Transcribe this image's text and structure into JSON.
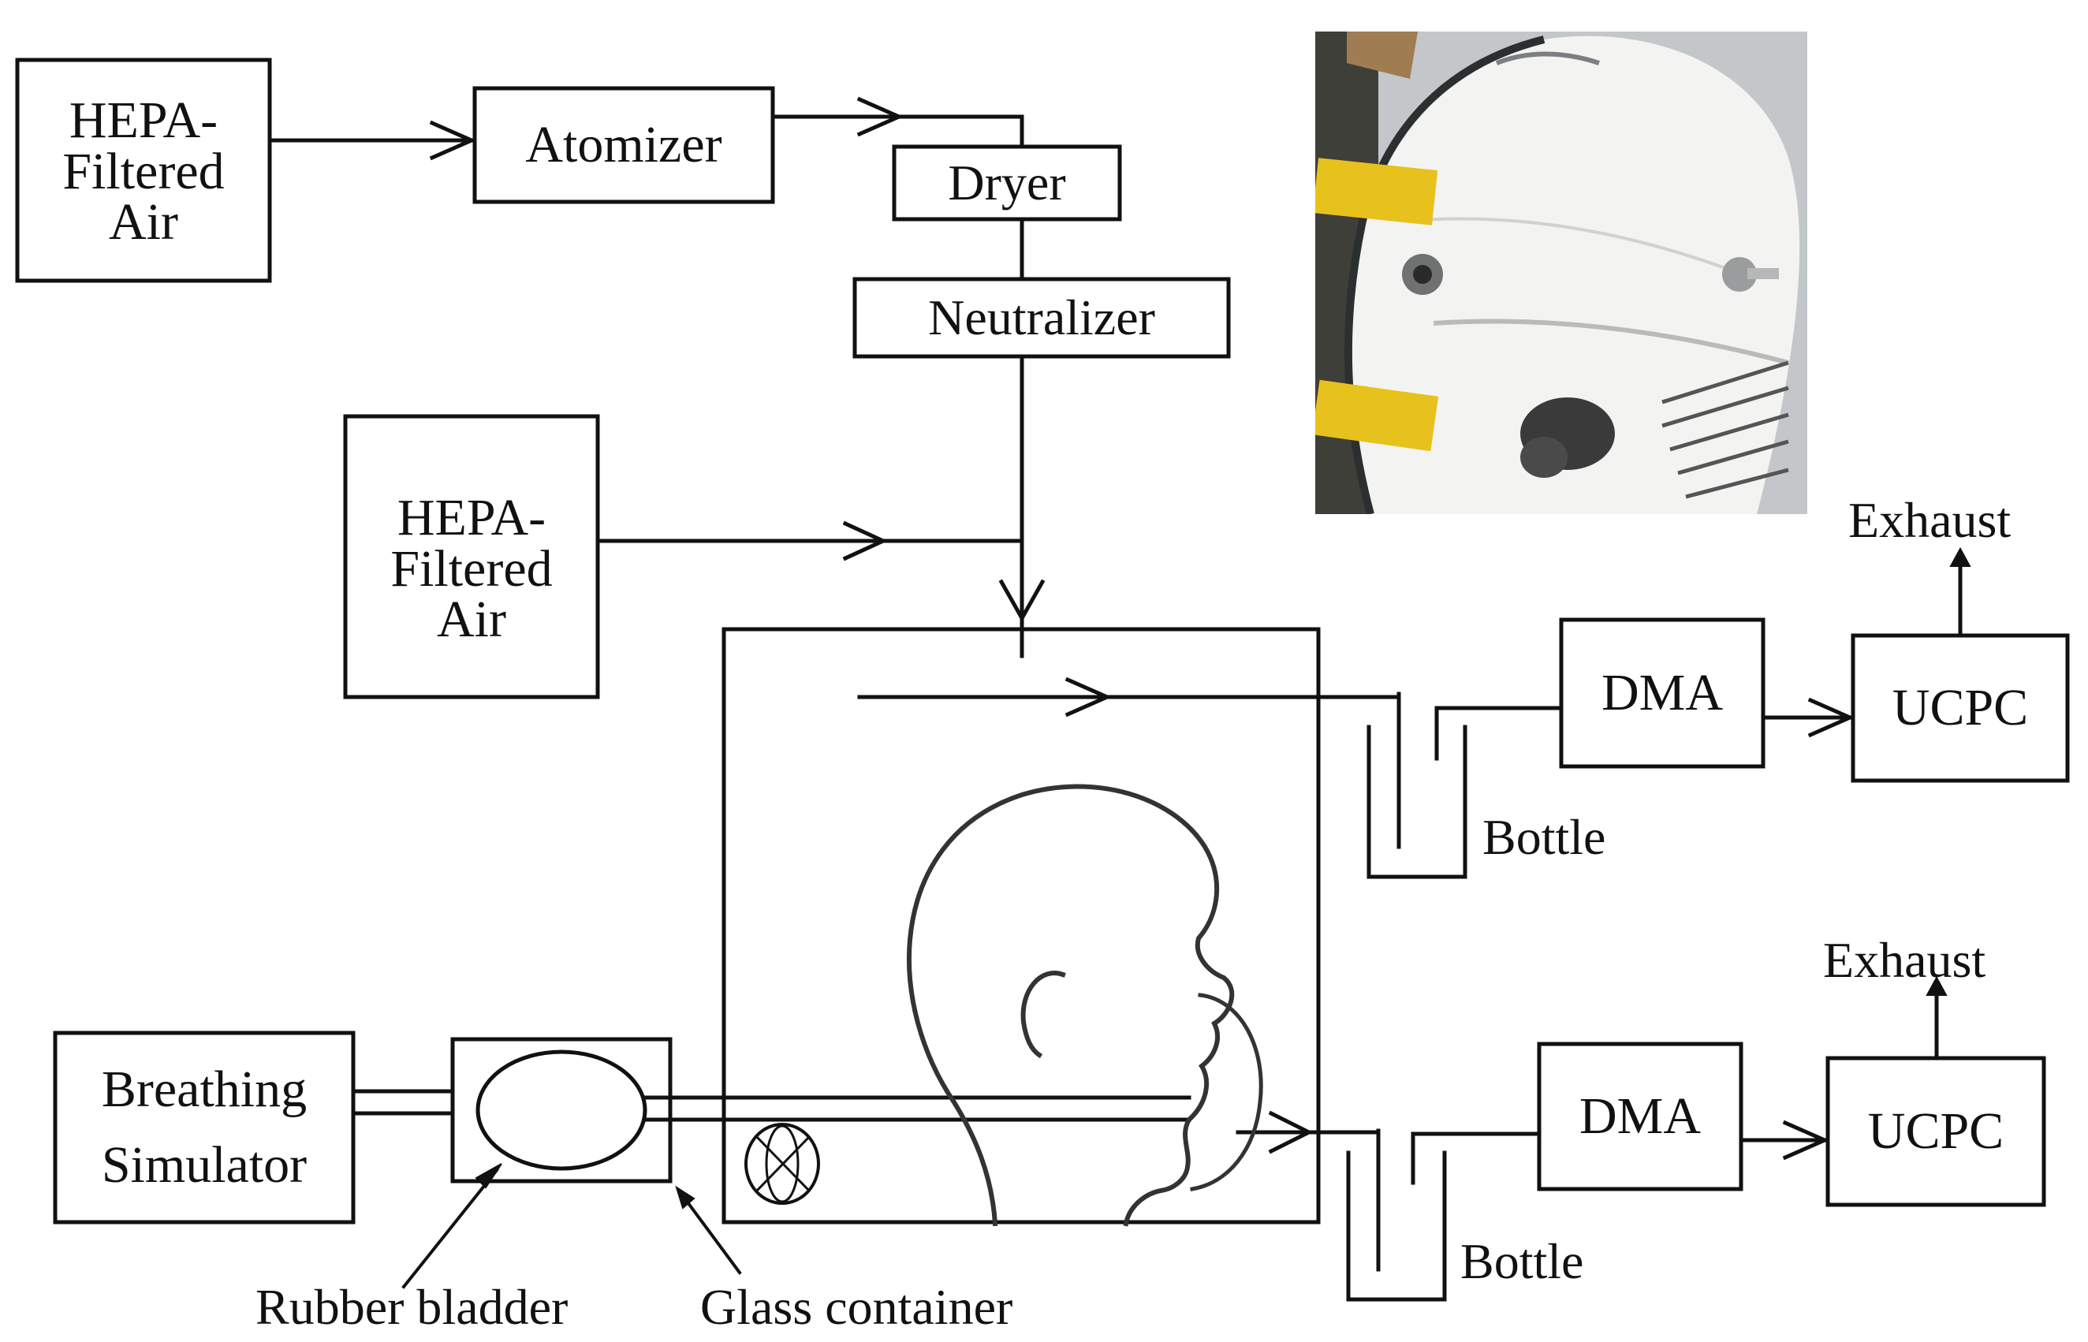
{
  "diagram": {
    "top_hepa": {
      "lines": [
        "HEPA-",
        "Filtered",
        "Air"
      ]
    },
    "atomizer": "Atomizer",
    "dryer": "Dryer",
    "neutralizer": "Neutralizer",
    "mid_hepa": {
      "lines": [
        "HEPA-",
        "Filtered",
        "Air"
      ]
    },
    "upper_dma": "DMA",
    "upper_ucpc": "UCPC",
    "upper_exhaust": "Exhaust",
    "upper_bottle": "Bottle",
    "lower_dma": "DMA",
    "lower_ucpc": "UCPC",
    "lower_exhaust": "Exhaust",
    "lower_bottle": "Bottle",
    "breathing_simulator": {
      "lines": [
        "Breathing",
        "Simulator"
      ]
    },
    "rubber_bladder": "Rubber bladder",
    "glass_container": "Glass container"
  },
  "colors": {
    "line": "#111111",
    "mask": "#f3f4f2",
    "tape": "#e8c21c",
    "photo_bg": "#c9ccce"
  }
}
